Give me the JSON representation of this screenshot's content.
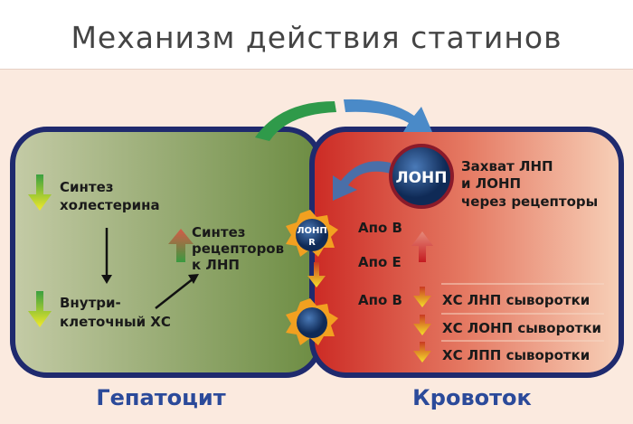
{
  "title": "Механизм действия статинов",
  "hepatocyte": {
    "label": "Гепатоцит",
    "cholesterol_synthesis": [
      "Синтез",
      "холестерина"
    ],
    "intracellular_cholesterol": [
      "Внутри-",
      "клеточный ХС"
    ],
    "receptor_synthesis": [
      "Синтез",
      "рецепторов",
      "к ЛНП"
    ]
  },
  "bloodstream": {
    "label": "Кровоток",
    "vldl_particle": "ЛОНП",
    "capture_text": [
      "Захват ЛНП",
      "и ЛОНП",
      "через рецепторы"
    ],
    "receptor_particle": [
      "ЛОНП",
      "R"
    ],
    "apo_b_1": "Апо В",
    "apo_e": "Апо Е",
    "apo_b_2": "Апо В",
    "serum_items": [
      "ХС ЛНП сыворотки",
      "ХС ЛОНП сыворотки",
      "ХС ЛПП сыворотки"
    ]
  },
  "colors": {
    "hepatocyte": "#7e9a55",
    "bloodstream": "#d2342b",
    "border": "#1f2a6e",
    "label": "#2b4a9a"
  }
}
